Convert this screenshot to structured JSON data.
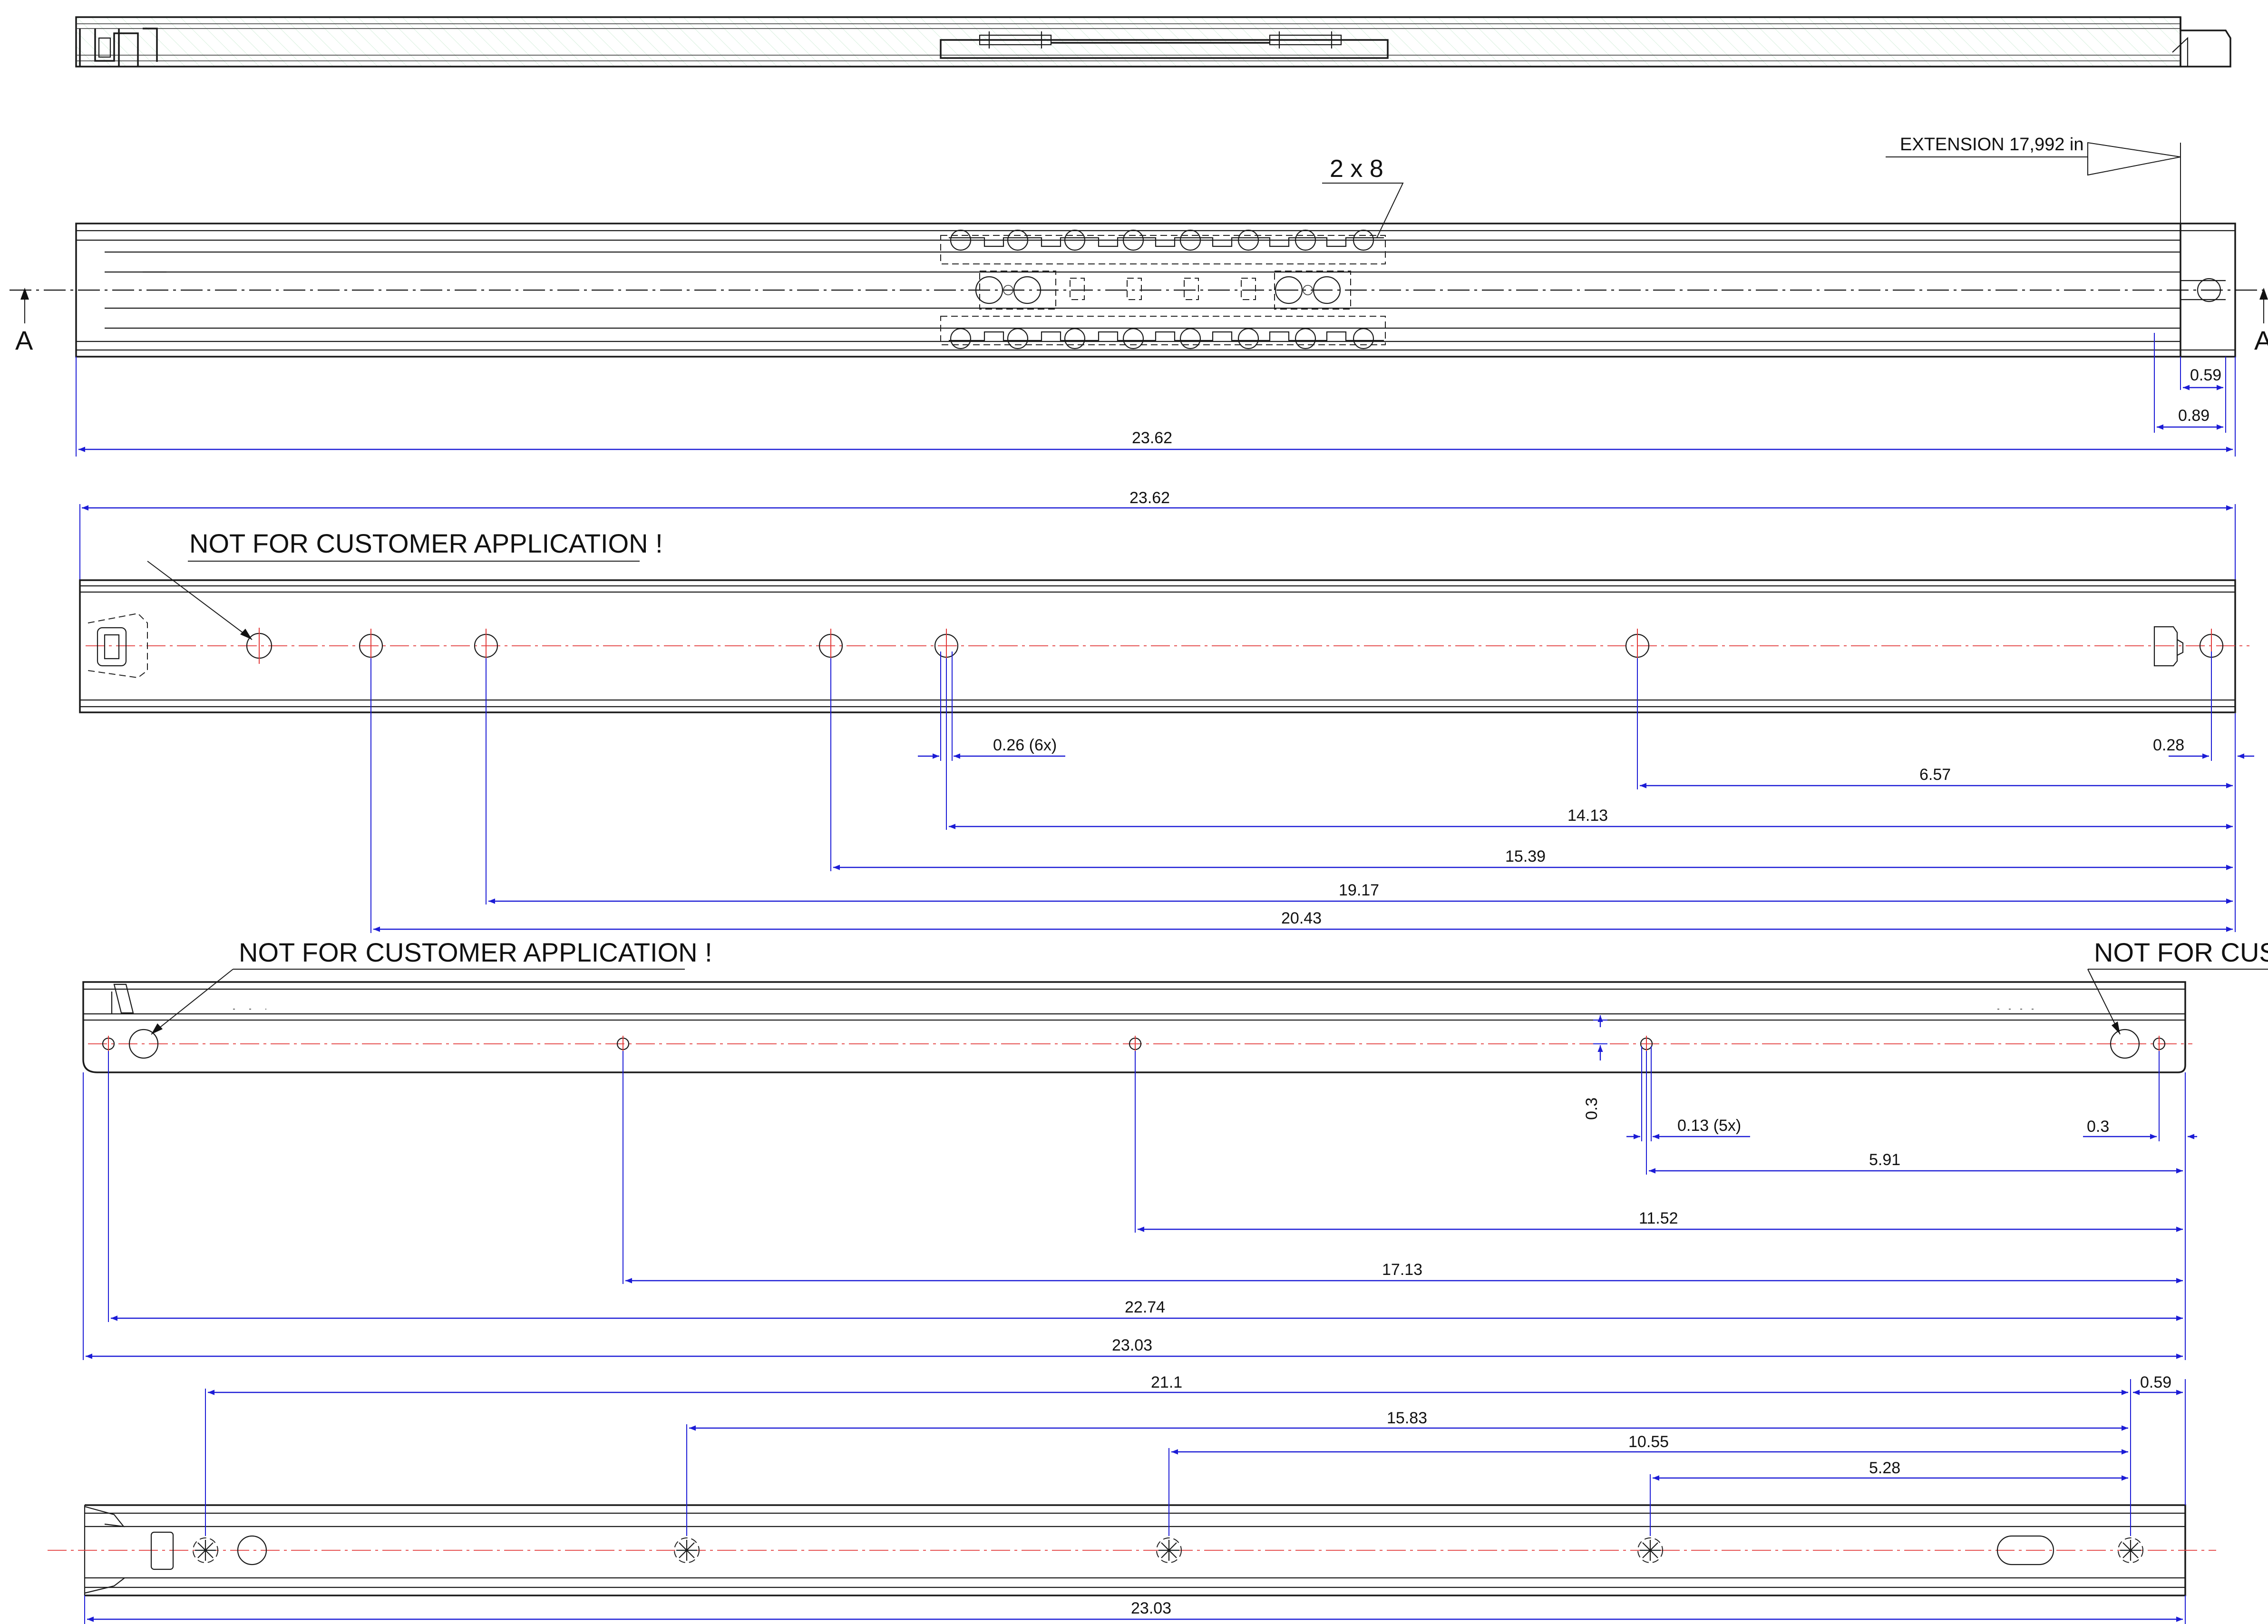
{
  "top_view": {
    "extension_label": "EXTENSION 17,992 in",
    "count_label": "2 x 8",
    "section_letter": "A",
    "dims": {
      "d059": "0.59",
      "d089": "0.89",
      "d2362": "23.62"
    }
  },
  "middle_view": {
    "note": "NOT FOR CUSTOMER APPLICATION !",
    "dims": {
      "d2362": "23.62",
      "hole_dia": "0.26 (6x)",
      "d028": "0.28",
      "d657": "6.57",
      "d1413": "14.13",
      "d1539": "15.39",
      "d1917": "19.17",
      "d2043": "20.43"
    }
  },
  "third_view": {
    "note_left": "NOT FOR CUSTOMER APPLICATION !",
    "note_right": "NOT FOR CUS",
    "dims": {
      "d03v": "0.3",
      "hole_dia": "0.13 (5x)",
      "d03": "0.3",
      "d591": "5.91",
      "d1152": "11.52",
      "d1713": "17.13",
      "d2274": "22.74",
      "d2303": "23.03"
    }
  },
  "bottom_view": {
    "dims": {
      "d211": "21.1",
      "d059": "0.59",
      "d1583": "15.83",
      "d1055": "10.55",
      "d528": "5.28",
      "d2303": "23.03"
    }
  }
}
